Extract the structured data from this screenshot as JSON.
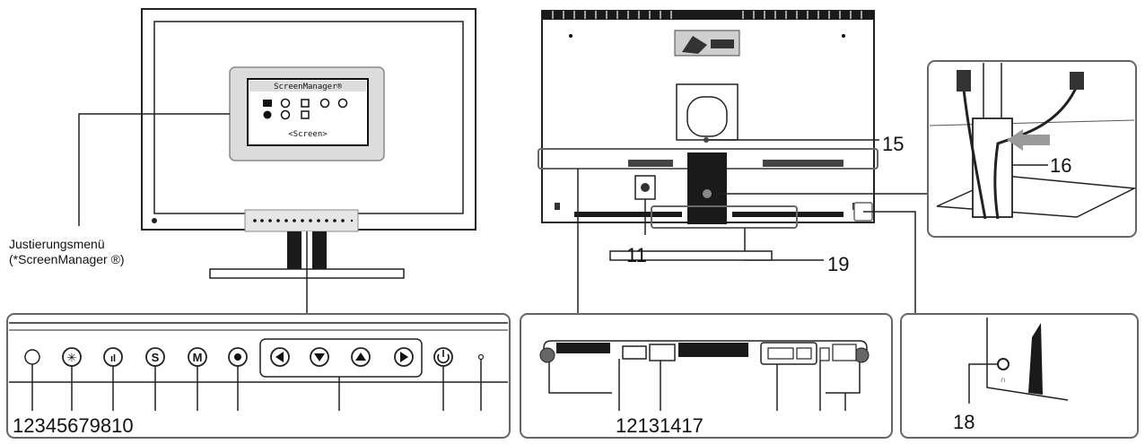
{
  "osd": {
    "title": "ScreenManager®",
    "caption": "<Screen>"
  },
  "callouts": {
    "menu_line1": "Justierungsmenü",
    "menu_line2": "(*ScreenManager ®)",
    "n11": "11",
    "n15": "15",
    "n16": "16",
    "n19": "19",
    "n18": "18",
    "front_numbers": "12345679810",
    "rear_numbers": "12131417"
  },
  "icons": {
    "front_buttons": [
      "sensor-icon",
      "brightness-icon",
      "signal-icon",
      "s-button-icon",
      "m-button-icon",
      "enter-icon",
      "left-arrow-icon",
      "down-arrow-icon",
      "up-arrow-icon",
      "right-arrow-icon",
      "power-icon",
      "power-led-icon"
    ],
    "rear": [
      "headphone-jack-icon",
      "cable-holder-icon",
      "security-slot-icon"
    ]
  },
  "colors": {
    "line": "#222222",
    "panel_border": "#666666",
    "osd_fill": "#d8d8d8",
    "dark": "#1a1a1a"
  }
}
